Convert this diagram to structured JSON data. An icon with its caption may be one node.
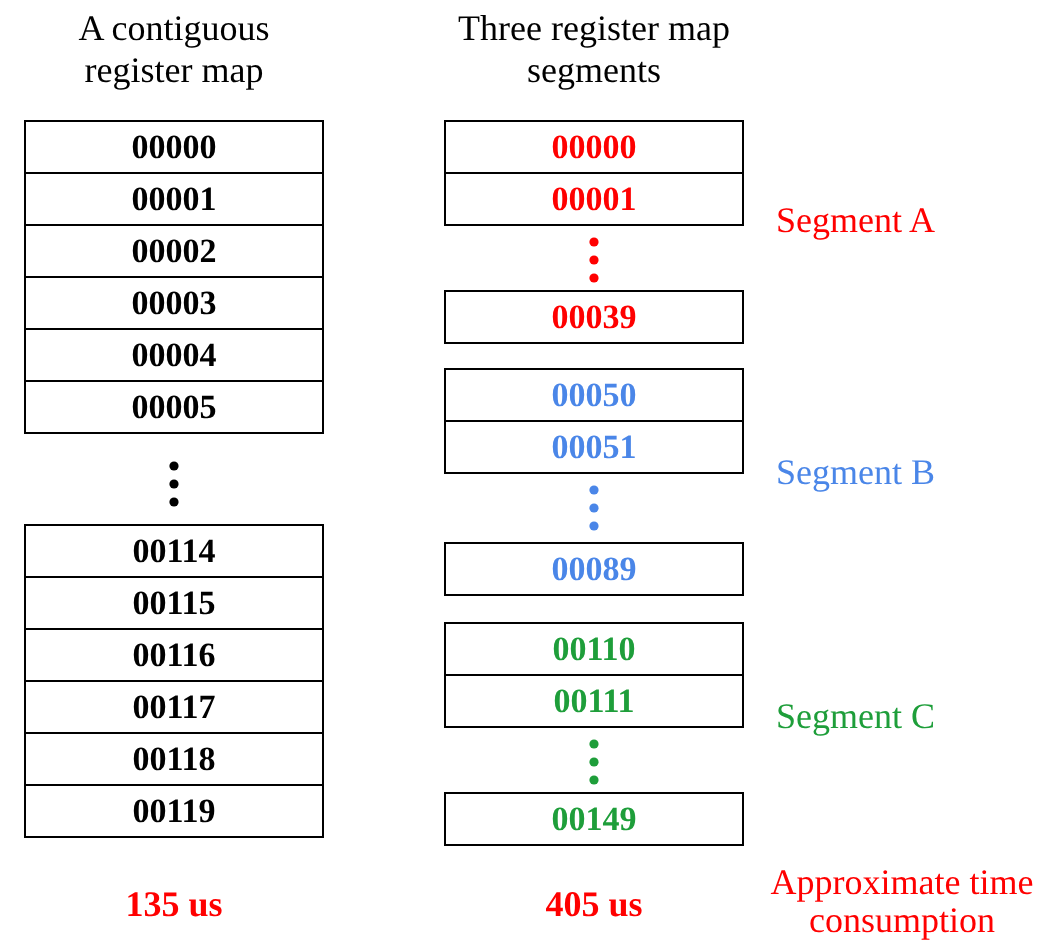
{
  "diagram": {
    "nodes": [
      {
        "text": [
          "00000"
        ]
      },
      {
        "text": [
          "00001"
        ]
      },
      {
        "text": [
          "00002"
        ]
      },
      {
        "text": [
          "00003"
        ]
      },
      {
        "text": [
          "00004"
        ]
      },
      {
        "text": [
          "00005"
        ]
      },
      {
        "text": [
          "00114"
        ]
      },
      {
        "text": [
          "00115"
        ]
      },
      {
        "text": [
          "00116"
        ]
      },
      {
        "text": [
          "00117"
        ]
      },
      {
        "text": [
          "00118"
        ]
      },
      {
        "text": [
          "00119"
        ]
      },
      {
        "text": [
          "00000"
        ]
      },
      {
        "text": [
          "00001"
        ]
      },
      {
        "text": [
          "00039"
        ]
      },
      {
        "text": [
          "00050"
        ]
      },
      {
        "text": [
          "00051"
        ]
      },
      {
        "text": [
          "00089"
        ]
      },
      {
        "text": [
          "00110"
        ]
      },
      {
        "text": [
          "00111"
        ]
      },
      {
        "text": [
          "00149"
        ]
      }
    ],
    "edges": [],
    "labels": [
      "A contiguous register map",
      "Three register map segments",
      "Segment A",
      "Segment B",
      "Segment C",
      "135 us",
      "405 us",
      "Approximate time consumption"
    ]
  }
}
